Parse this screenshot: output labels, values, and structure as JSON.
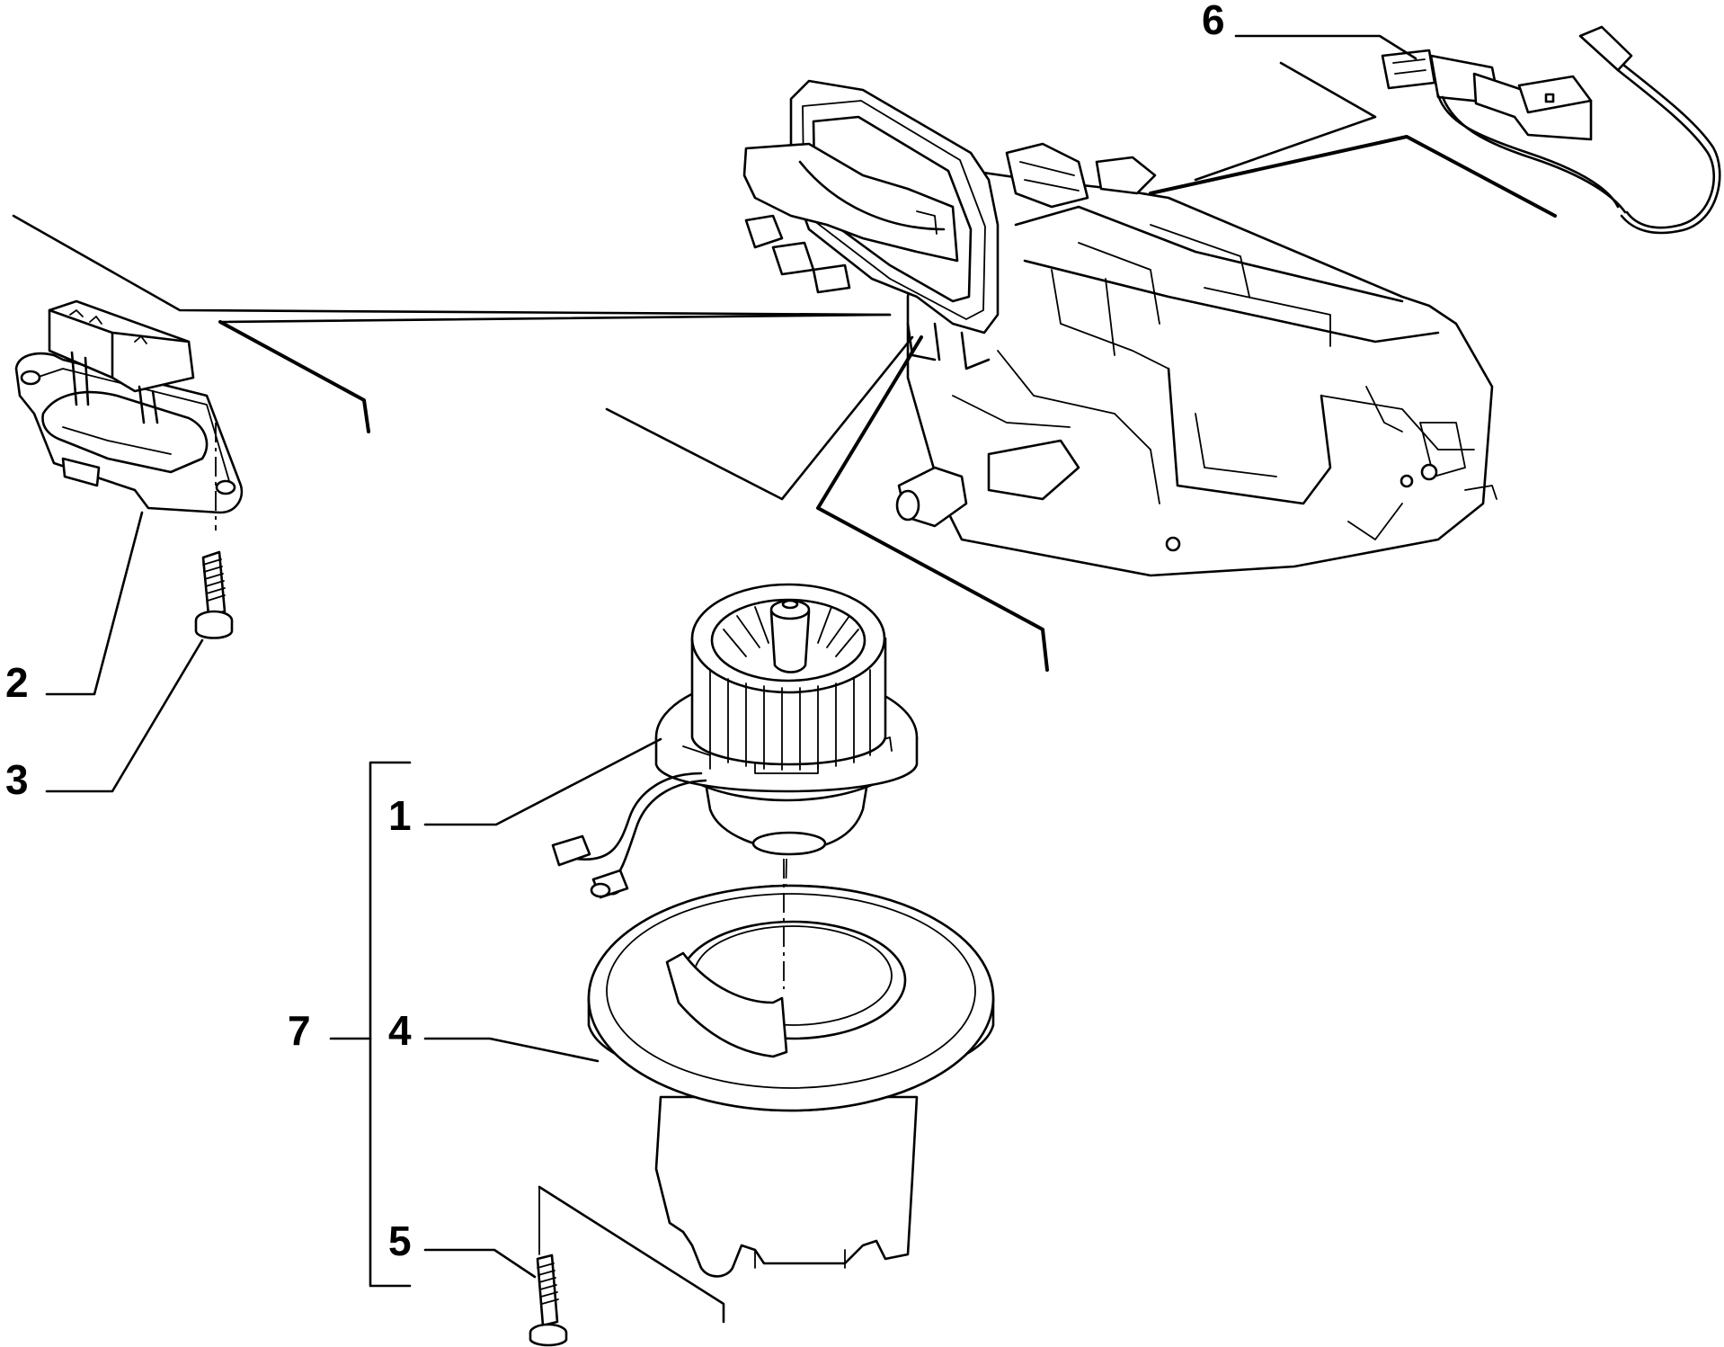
{
  "callouts": [
    {
      "id": "1",
      "label": "1"
    },
    {
      "id": "2",
      "label": "2"
    },
    {
      "id": "3",
      "label": "3"
    },
    {
      "id": "4",
      "label": "4"
    },
    {
      "id": "5",
      "label": "5"
    },
    {
      "id": "6",
      "label": "6"
    },
    {
      "id": "7",
      "label": "7"
    }
  ],
  "icons": {
    "heater-housing": "heater-housing-icon",
    "blower-fan": "blower-fan-icon",
    "blower-housing": "blower-housing-icon",
    "resistor": "resistor-icon",
    "screw": "screw-icon",
    "sensor": "temperature-sensor-icon"
  }
}
